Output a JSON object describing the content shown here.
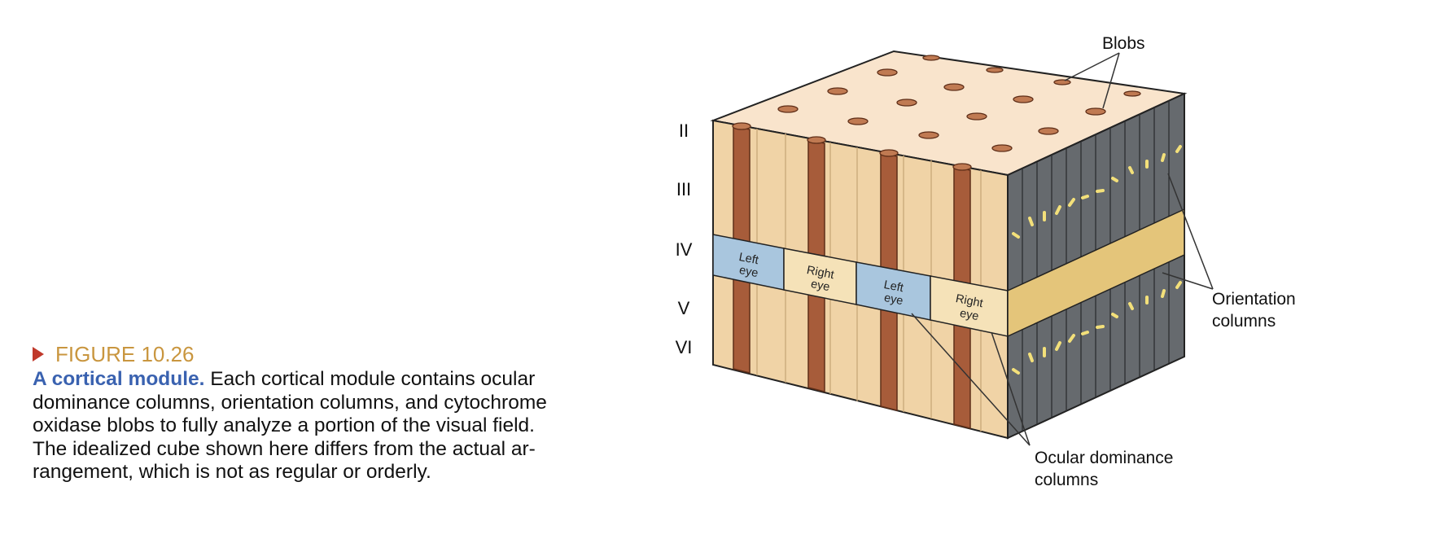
{
  "figure": {
    "number": "FIGURE 10.26",
    "lead": "A cortical module.",
    "body_lines": [
      " Each cortical module contains ocular",
      "dominance columns, orientation columns, and cytochrome",
      "oxidase blobs to fully analyze a portion of the visual field.",
      "The idealized cube shown here differs from the actual ar-",
      "rangement, which is not as regular or orderly."
    ]
  },
  "diagram": {
    "layers": [
      "II",
      "III",
      "IV",
      "V",
      "VI"
    ],
    "eye_cells": [
      {
        "l1": "Left",
        "l2": "eye"
      },
      {
        "l1": "Right",
        "l2": "eye"
      },
      {
        "l1": "Left",
        "l2": "eye"
      },
      {
        "l1": "Right",
        "l2": "eye"
      }
    ],
    "labels": {
      "blobs": "Blobs",
      "orientation_1": "Orientation",
      "orientation_2": "columns",
      "ocular_1": "Ocular dominance",
      "ocular_2": "columns"
    },
    "colors": {
      "top_face": "#f9e4cc",
      "front_face": "#f0d3a6",
      "blob_column": "#a75c3a",
      "left_eye": "#a9c6de",
      "right_eye": "#f5e2b8",
      "side_stripe": "#666a6e",
      "side_layer_iv": "#e4c57a",
      "orientation_marks": "#f3e07a"
    }
  }
}
